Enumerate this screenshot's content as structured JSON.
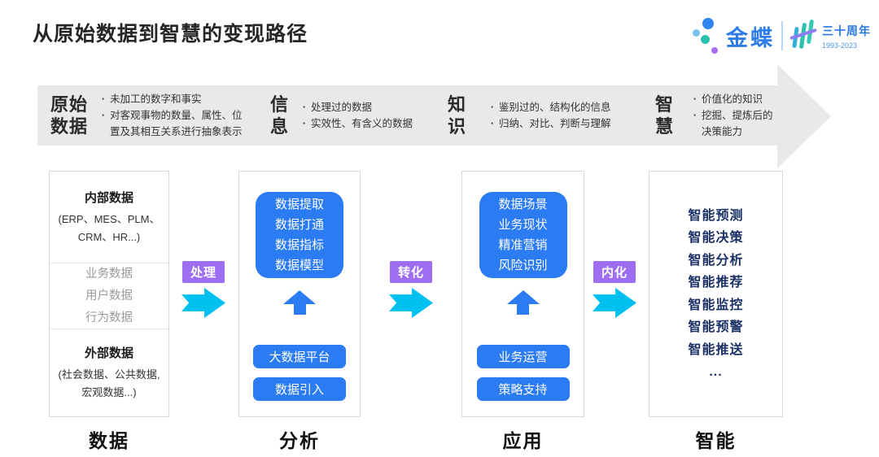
{
  "page": {
    "title": "从原始数据到智慧的变现路径"
  },
  "logo": {
    "brand": "金蝶",
    "anniversary": "三十周年",
    "years": "1993-2023"
  },
  "banner": {
    "stages": [
      {
        "label": "原始\n数据",
        "bullets": [
          "未加工的数字和事实",
          "对客观事物的数量、属性、位置及其相互关系进行抽象表示"
        ]
      },
      {
        "label": "信\n息",
        "bullets": [
          "处理过的数据",
          "实效性、有含义的数据"
        ]
      },
      {
        "label": "知\n识",
        "bullets": [
          "鉴别过的、结构化的信息",
          "归纳、对比、判断与理解"
        ]
      },
      {
        "label": "智\n慧",
        "bullets": [
          "价值化的知识",
          "挖掘、提炼后的决策能力"
        ]
      }
    ]
  },
  "connectors": [
    {
      "label": "处理"
    },
    {
      "label": "转化"
    },
    {
      "label": "内化"
    }
  ],
  "columns": {
    "data": {
      "footer": "数据",
      "sections": [
        {
          "title": "内部数据",
          "subtitle": "(ERP、MES、PLM、\nCRM、HR...)"
        },
        {
          "items": [
            "业务数据",
            "用户数据",
            "行为数据"
          ]
        },
        {
          "title": "外部数据",
          "subtitle": "(社会数据、公共数据,\n宏观数据...)"
        }
      ]
    },
    "analysis": {
      "footer": "分析",
      "panel_lines": "数据提取\n数据打通\n数据指标\n数据模型",
      "buttons": [
        "大数据平台",
        "数据引入"
      ]
    },
    "application": {
      "footer": "应用",
      "panel_lines": "数据场景\n业务现状\n精准营销\n风险识别",
      "buttons": [
        "业务运营",
        "策略支持"
      ]
    },
    "intelligence": {
      "footer": "智能",
      "items": [
        "智能预测",
        "智能决策",
        "智能分析",
        "智能推荐",
        "智能监控",
        "智能预警",
        "智能推送",
        "..."
      ]
    }
  },
  "colors": {
    "blue": "#2b7bf3",
    "cyan": "#00c0f0",
    "purple": "#9d6ef2",
    "navy": "#1b3166",
    "banner_gray": "#e9e9e9",
    "brand_blue": "#2d7ce8"
  }
}
